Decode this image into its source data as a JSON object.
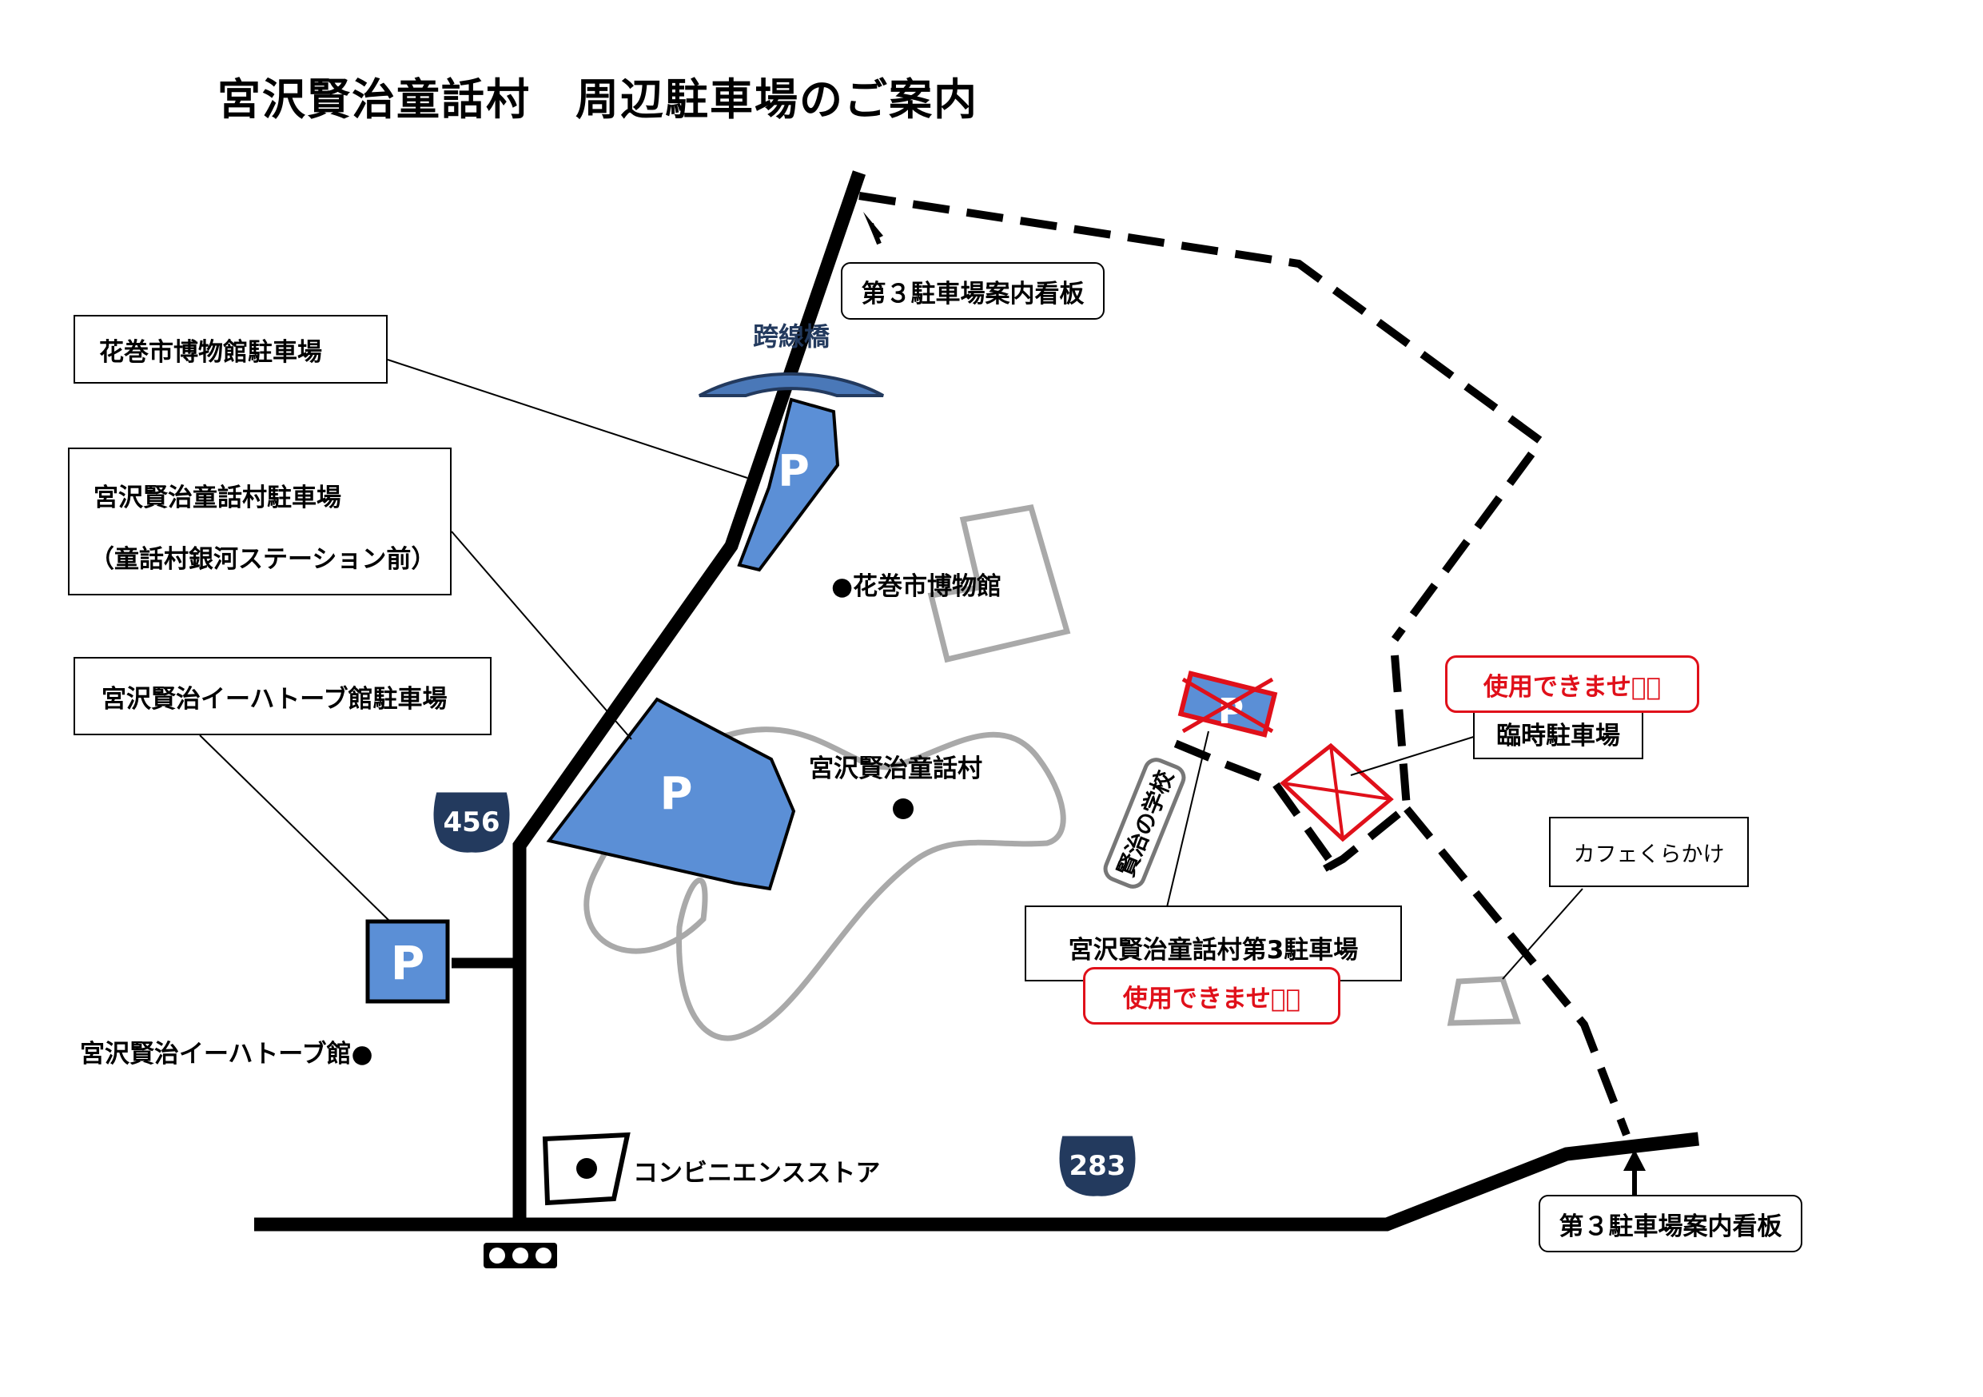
{
  "title": "宮沢賢治童話村　周辺駐車場のご案内",
  "labels": {
    "museum_parking": "花巻市博物館駐車場",
    "village_parking_line1": "宮沢賢治童話村駐車場",
    "village_parking_line2": "（童話村銀河ステーション前）",
    "ihatov_parking": "宮沢賢治イーハトーブ館駐車場",
    "sign_top": "第３駐車場案内看板",
    "sign_bottom": "第３駐車場案内看板",
    "bridge": "跨線橋",
    "museum": "●花巻市博物館",
    "village": "宮沢賢治童話村",
    "ihatov_hall": "宮沢賢治イーハトーブ館●",
    "convenience_store": "コンビニエンスストア",
    "school": "賢治の学校",
    "temp_parking": "臨時駐車場",
    "third_parking": "宮沢賢治童話村第3駐車場",
    "unavailable_1": "使用できません⃠",
    "unavailable_2": "使用できません⃠",
    "cafe": "カフェくらかけ",
    "parking_symbol": "P",
    "route_456": "456",
    "route_283": "283"
  },
  "colors": {
    "parking_fill": "#5b8fd6",
    "bridge_fill": "#4a78b8",
    "route_shield": "#233a5e",
    "warning_red": "#e0101a",
    "building_outline": "#a9a9a9"
  }
}
